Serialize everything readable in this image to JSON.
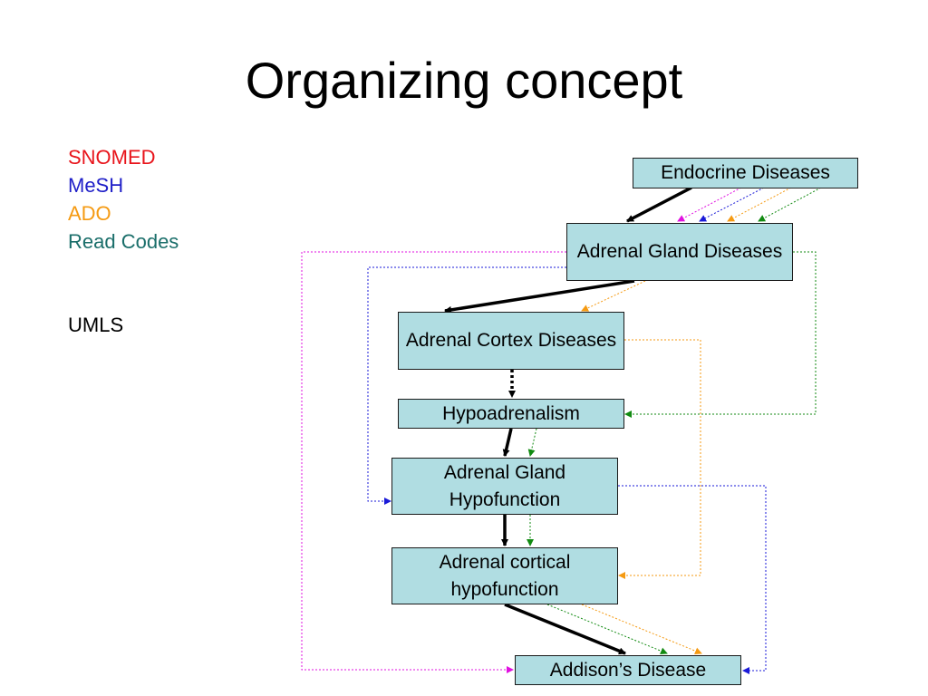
{
  "slide": {
    "title": "Organizing concept"
  },
  "legend": {
    "items": [
      {
        "label": "SNOMED",
        "color": "#e8141b"
      },
      {
        "label": "MeSH",
        "color": "#1f1fc8"
      },
      {
        "label": "ADO",
        "color": "#f59a12"
      },
      {
        "label": "Read Codes",
        "color": "#1a6e6a"
      }
    ],
    "umls_label": "UMLS"
  },
  "nodes": {
    "endocrine": "Endocrine Diseases",
    "adrenal_gland": "Adrenal Gland Diseases",
    "adrenal_cortex": "Adrenal Cortex Diseases",
    "hypoadrenalism": "Hypoadrenalism",
    "gland_hypofunction": "Adrenal Gland Hypofunction",
    "cortical_hypofunction": "Adrenal cortical hypofunction",
    "addisons": "Addison’s Disease"
  },
  "link_colors": {
    "umls": "#000000",
    "snomed": "#e010e0",
    "mesh": "#1a1ad8",
    "ado": "#f59a12",
    "read": "#118a11"
  }
}
